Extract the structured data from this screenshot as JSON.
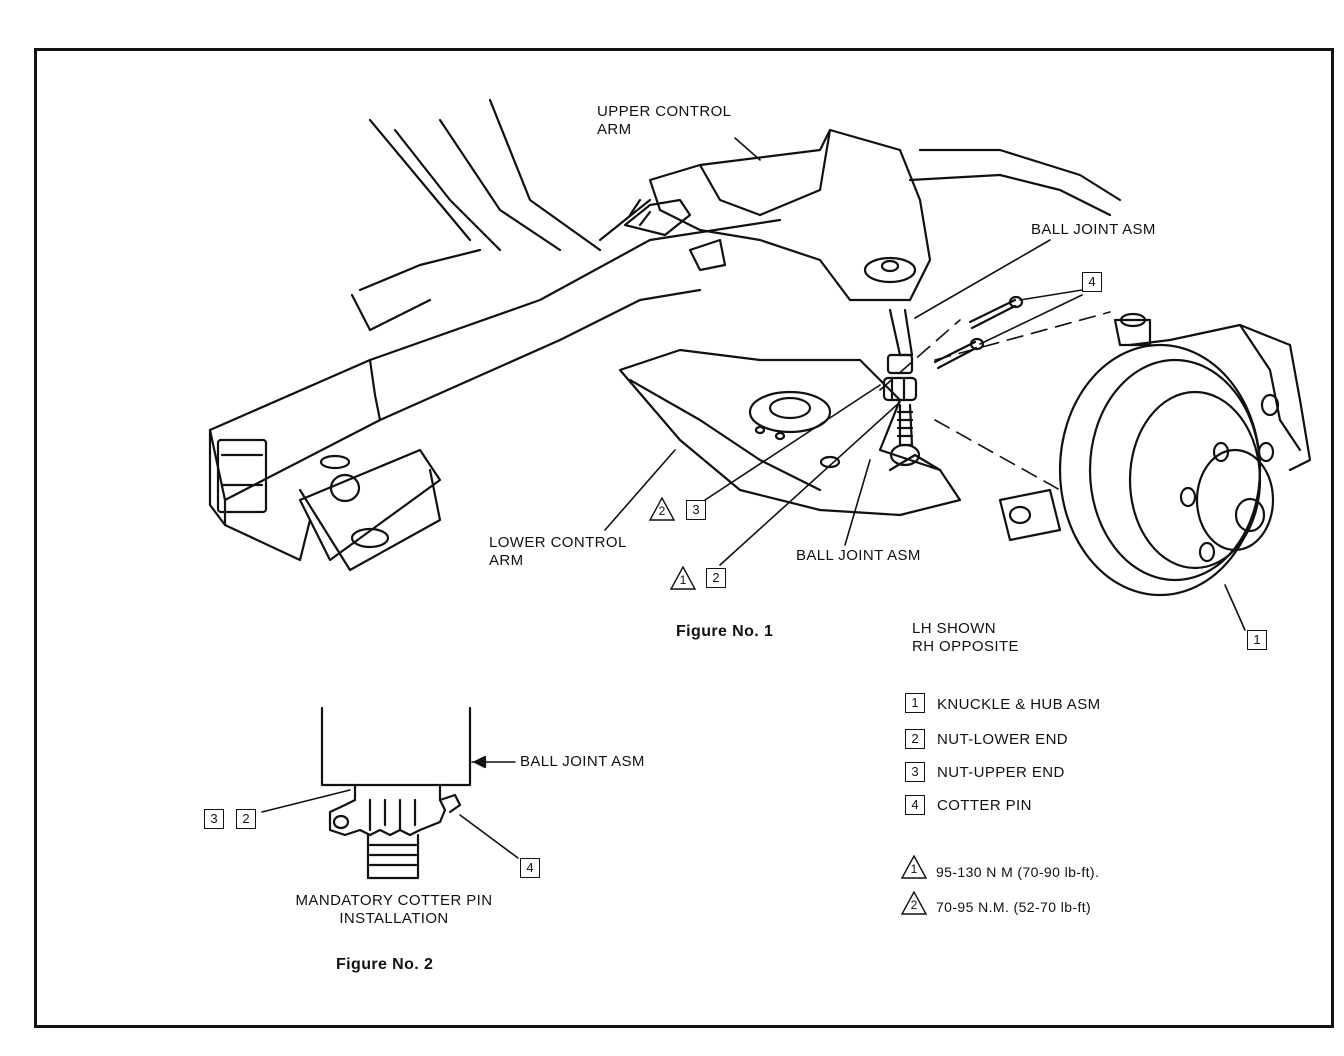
{
  "figure1": {
    "caption": "Figure No. 1",
    "labels": {
      "upper_control_arm": "UPPER CONTROL\nARM",
      "ball_joint_upper": "BALL JOINT ASM",
      "lower_control_arm": "LOWER CONTROL\nARM",
      "ball_joint_lower": "BALL JOINT ASM",
      "side_note": "LH  SHOWN\nRH  OPPOSITE"
    },
    "callouts": {
      "c4": "4",
      "c3": "3",
      "c3_tri": "2",
      "c2": "2",
      "c2_tri": "1",
      "c1": "1"
    }
  },
  "figure2": {
    "caption": "Figure No. 2",
    "labels": {
      "ball_joint": "BALL JOINT ASM",
      "installation": "MANDATORY COTTER PIN\nINSTALLATION"
    },
    "callouts": {
      "c3": "3",
      "c2": "2",
      "c4": "4"
    }
  },
  "legend": {
    "items": [
      {
        "num": "1",
        "text": "KNUCKLE & HUB ASM"
      },
      {
        "num": "2",
        "text": "NUT-LOWER END"
      },
      {
        "num": "3",
        "text": "NUT-UPPER END"
      },
      {
        "num": "4",
        "text": "COTTER PIN"
      }
    ],
    "torque": [
      {
        "num": "1",
        "text": "95-130 N M  (70-90 lb-ft)."
      },
      {
        "num": "2",
        "text": "70-95 N.M. (52-70 lb-ft)"
      }
    ]
  }
}
